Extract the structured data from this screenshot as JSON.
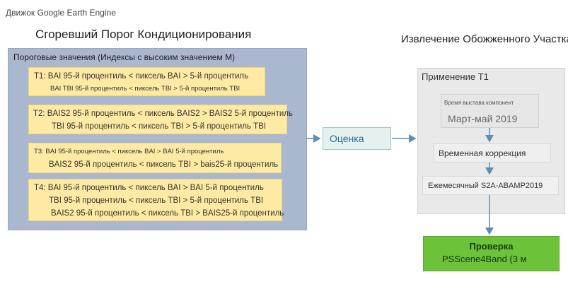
{
  "header": {
    "label": "Движок Google Earth Engine"
  },
  "left": {
    "title": "Сгоревший Порог Кондиционирования",
    "panel_title": "Пороговые значения (Индексы с высоким значением М)",
    "boxes": [
      {
        "lines": [
          "T1: BAI 95-й процентиль < пиксель BAI > 5-й процентиль",
          "BAI TBI 95-й процентиль < пиксель TBI > 5-й процентиль TBI"
        ]
      },
      {
        "lines": [
          "T2: BAIS2 95-й процентиль < пиксель BAIS2 > BAIS2 5-й процентиль",
          "TBI 95-й процентиль < пиксель TBI > 5-й процентиль TBI"
        ]
      },
      {
        "lines": [
          "T3: BAI 95-й процентиль < пиксель BAI > BAI 5-й процентиль",
          "BAIS2 95-й процентиль < пиксель TBI > bais25-й процентиль"
        ]
      },
      {
        "lines": [
          "T4: BAI 95-й процентиль < пиксель BAI > BAI 5-й процентиль",
          "TBI 95-й процентиль < пиксель TBI > 5-й процентиль TBI",
          "BAIS2 95-й процентиль < пиксель TBI > BAIS25-й процентиль"
        ]
      }
    ]
  },
  "evaluation": {
    "label": "Оценка"
  },
  "right": {
    "title": "Извлечение Обожженного Участка",
    "apply_label": "Применение T1",
    "acquisition": {
      "small": "Время выстава компонент",
      "main": "Март-май 2019"
    },
    "time_correction": "Временная коррекция",
    "monthly": "Ежемесячный S2A-ABAMP2019"
  },
  "verification": {
    "title": "Проверка",
    "subtitle": "PSScene4Band (3 м"
  },
  "colors": {
    "panel_blue": "#aab8cf",
    "threshold_yellow": "#ffeaa3",
    "verify_green": "#6cc33a",
    "arrow": "#5b8fb3"
  }
}
